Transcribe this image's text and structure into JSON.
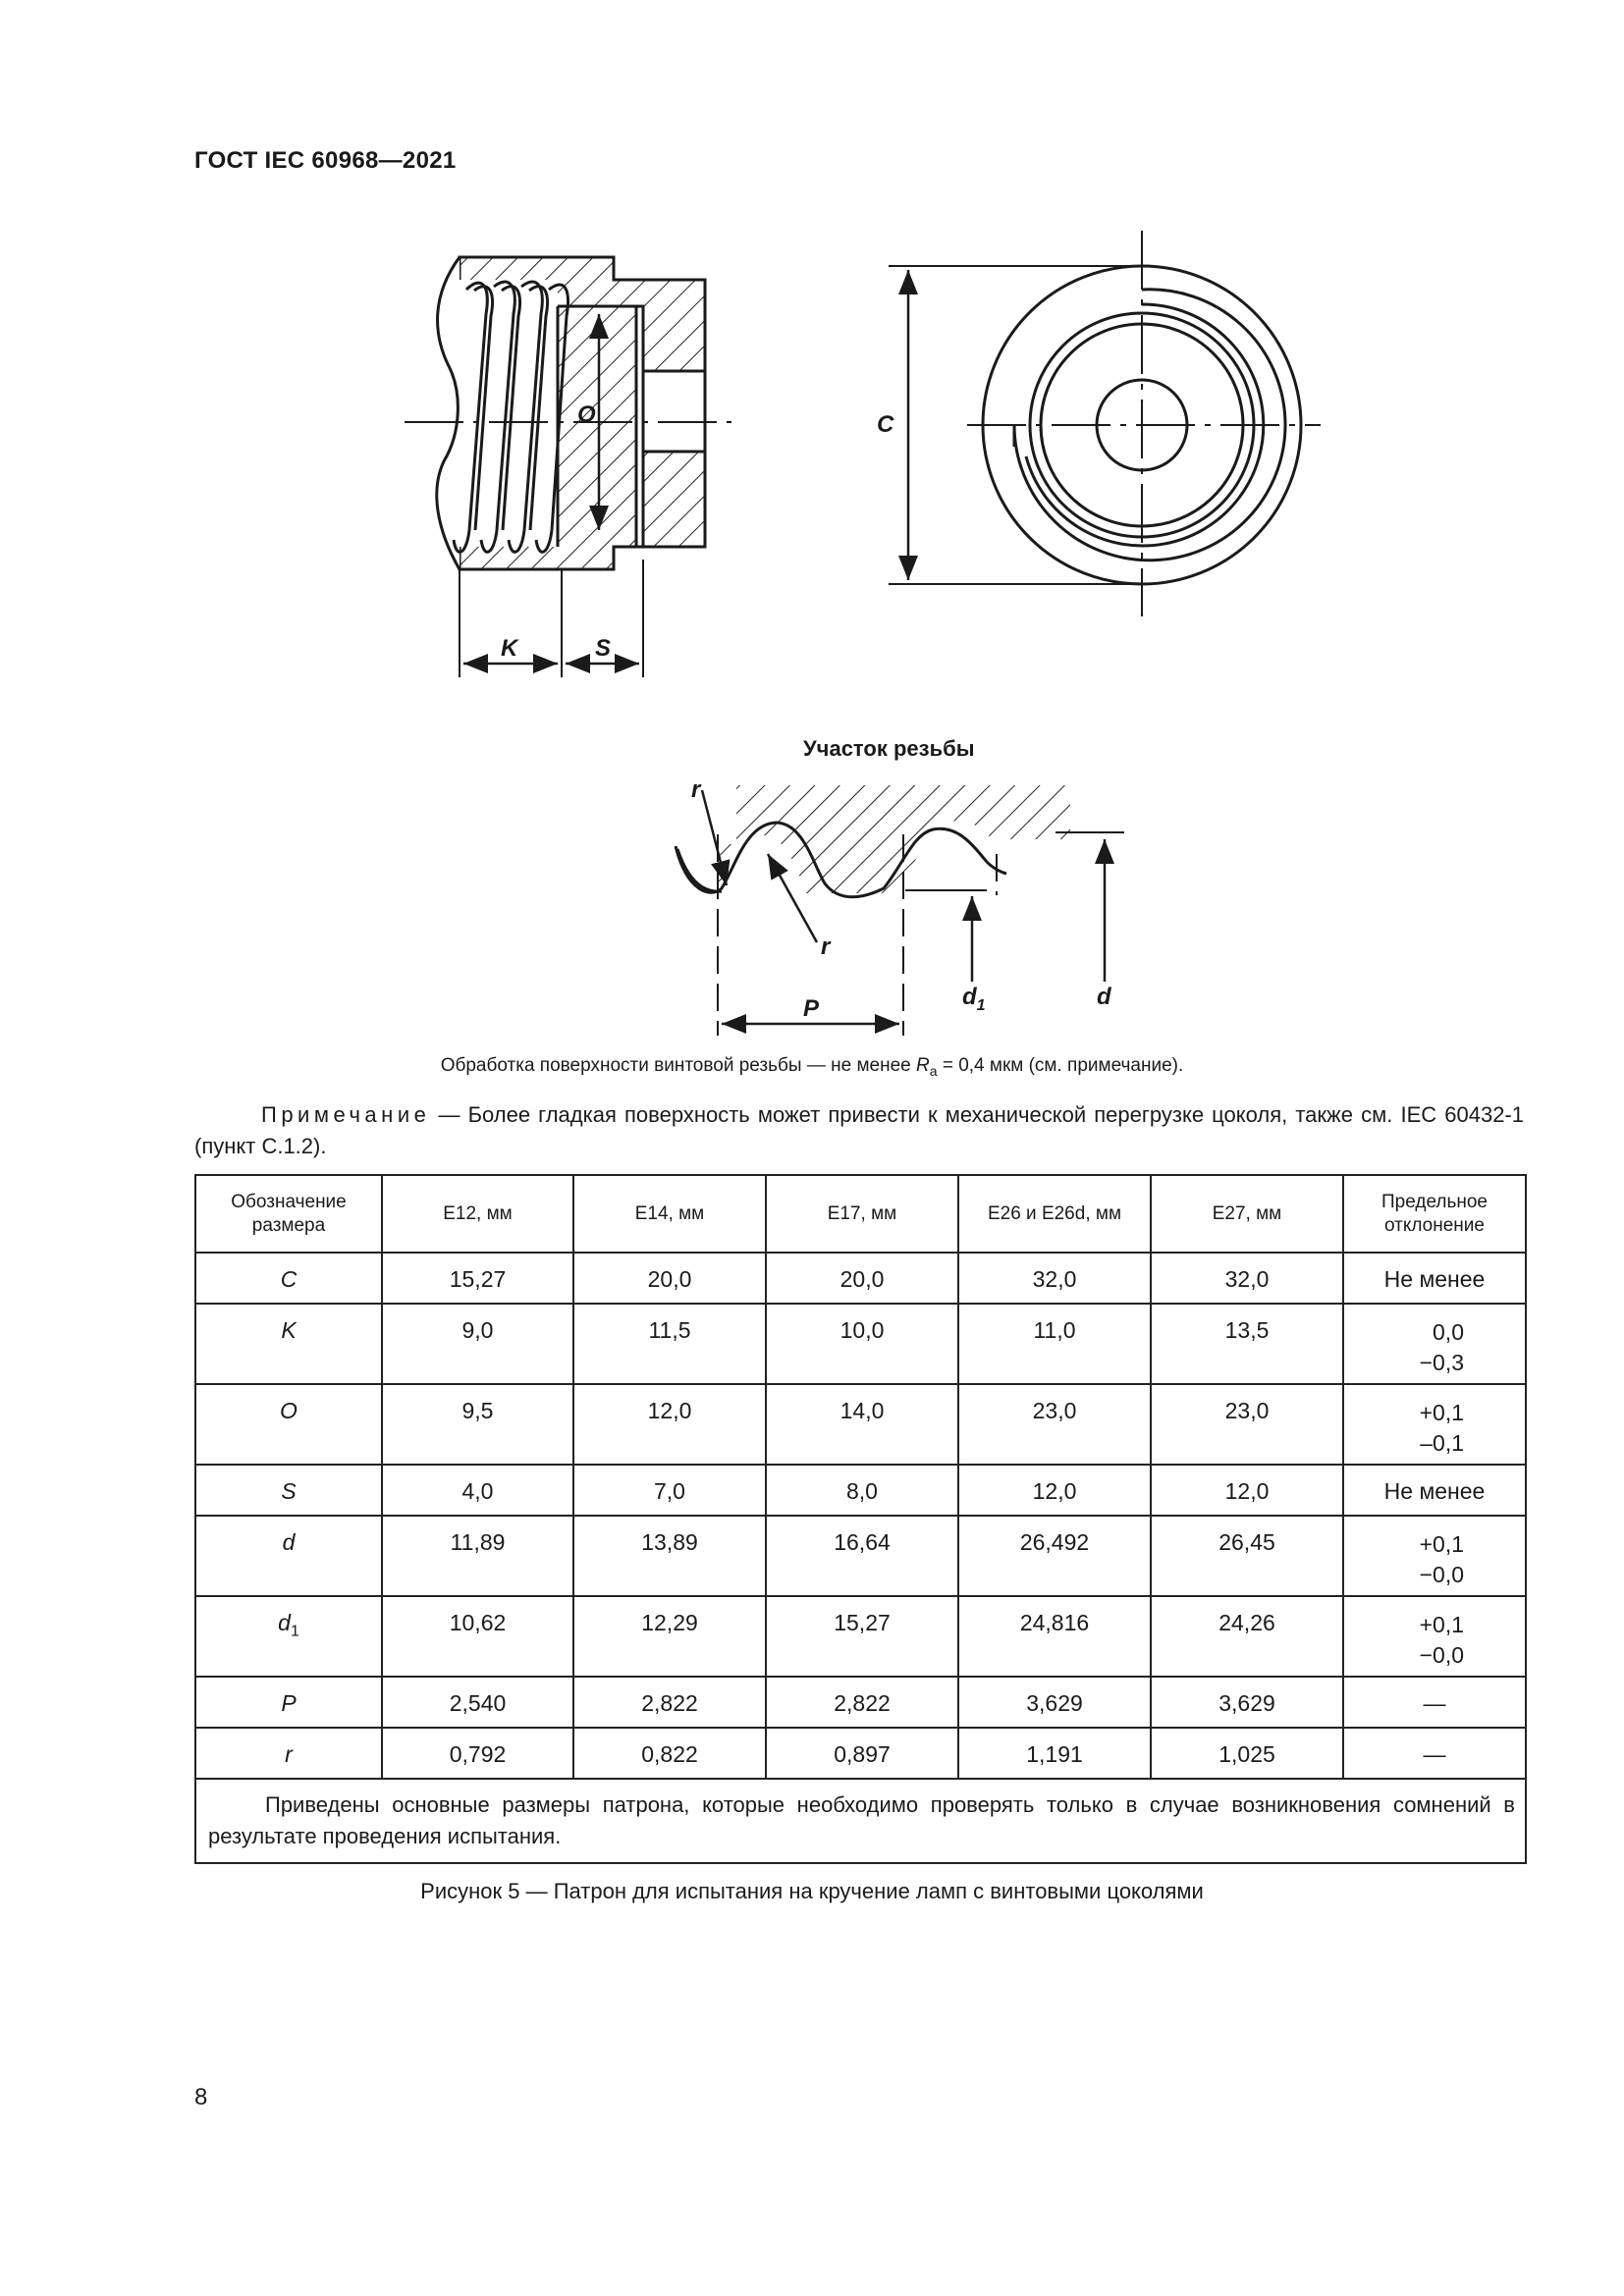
{
  "header": {
    "title": "ГОСТ IEC 60968—2021"
  },
  "figure": {
    "labels": {
      "O": "O",
      "C": "C",
      "K": "K",
      "S": "S",
      "r_top": "r",
      "r_bottom": "r",
      "P": "P",
      "d1_main": "d",
      "d1_sub": "1",
      "d": "d"
    },
    "detail_title": "Участок резьбы"
  },
  "surface_note": {
    "before": "Обработка поверхности винтовой резьбы — не менее ",
    "ra_symbol": "R",
    "ra_sub": "a",
    "after": " = 0,4 мкм (см. примечание)."
  },
  "remark": {
    "lead": "Примечание",
    "text": " — Более гладкая поверхность может привести к механической перегрузке цоколя, также см. IEC 60432-1 (пункт C.1.2)."
  },
  "table": {
    "headers": [
      "Обозначение размера",
      "Е12, мм",
      "Е14, мм",
      "Е17, мм",
      "Е26 и Е26d, мм",
      "Е27, мм",
      "Предельное отклонение"
    ],
    "rows": [
      {
        "sym": "C",
        "sub": "",
        "vals": [
          "15,27",
          "20,0",
          "20,0",
          "32,0",
          "32,0"
        ],
        "tol1": "Не менее",
        "tol2": ""
      },
      {
        "sym": "K",
        "sub": "",
        "vals": [
          "9,0",
          "11,5",
          "10,0",
          "11,0",
          "13,5"
        ],
        "tol1": "0,0",
        "tol2": "−0,3"
      },
      {
        "sym": "O",
        "sub": "",
        "vals": [
          "9,5",
          "12,0",
          "14,0",
          "23,0",
          "23,0"
        ],
        "tol1": "+0,1",
        "tol2": "–0,1"
      },
      {
        "sym": "S",
        "sub": "",
        "vals": [
          "4,0",
          "7,0",
          "8,0",
          "12,0",
          "12,0"
        ],
        "tol1": "Не менее",
        "tol2": ""
      },
      {
        "sym": "d",
        "sub": "",
        "vals": [
          "11,89",
          "13,89",
          "16,64",
          "26,492",
          "26,45"
        ],
        "tol1": "+0,1",
        "tol2": "−0,0"
      },
      {
        "sym": "d",
        "sub": "1",
        "vals": [
          "10,62",
          "12,29",
          "15,27",
          "24,816",
          "24,26"
        ],
        "tol1": "+0,1",
        "tol2": "−0,0"
      },
      {
        "sym": "P",
        "sub": "",
        "vals": [
          "2,540",
          "2,822",
          "2,822",
          "3,629",
          "3,629"
        ],
        "tol1": "—",
        "tol2": ""
      },
      {
        "sym": "r",
        "sub": "",
        "vals": [
          "0,792",
          "0,822",
          "0,897",
          "1,191",
          "1,025"
        ],
        "tol1": "—",
        "tol2": ""
      }
    ],
    "note": "Приведены основные размеры патрона, которые необходимо проверять только в случае возникновения сомнений в результате проведения испытания."
  },
  "caption": "Рисунок 5 — Патрон для испытания на кручение ламп с винтовыми цоколями",
  "page_number": "8"
}
